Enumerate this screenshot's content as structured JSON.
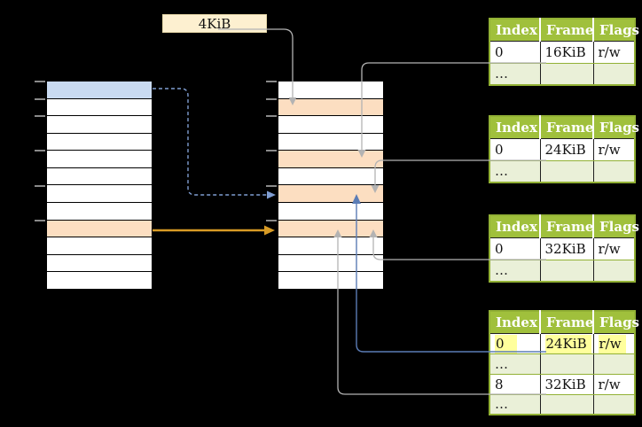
{
  "colors": {
    "background": "#000000",
    "table_header_bg": "#a0c03c",
    "table_border": "#92b135",
    "table_dots_bg": "#eaf0d8",
    "cell_divider": "#1f1f1f",
    "highlight": "#ffff9c",
    "frame_box_bg": "#fdf0d0",
    "frame_box_border": "#e6d7a8",
    "row_blue": "#c9daf1",
    "row_orange": "#fcdec1",
    "gray_line": "#b3b3b3",
    "tick": "#8a8a8a",
    "blue_solid": "#5b7cb5",
    "blue_dashed": "#7f9dd1",
    "orange_arrow": "#d89b25"
  },
  "frame_size_label": {
    "text": "4KiB"
  },
  "virtual_memory": {
    "row_count": 12,
    "special_rows": [
      {
        "index": 0,
        "color_key": "row_blue"
      },
      {
        "index": 8,
        "color_key": "row_orange"
      }
    ],
    "tick_rows": [
      0,
      1,
      2,
      4,
      6,
      8
    ]
  },
  "physical_memory": {
    "row_count": 12,
    "special_rows": [
      {
        "index": 1,
        "color_key": "row_orange"
      },
      {
        "index": 4,
        "color_key": "row_orange"
      },
      {
        "index": 6,
        "color_key": "row_orange"
      },
      {
        "index": 8,
        "color_key": "row_orange"
      }
    ],
    "tick_rows": [
      0,
      1,
      2,
      4,
      6,
      8
    ]
  },
  "page_tables": [
    {
      "headers": [
        "Index",
        "Frame",
        "Flags"
      ],
      "rows": [
        {
          "cells": [
            "0",
            "16KiB",
            "r/w"
          ],
          "dots": false,
          "highlight": false
        },
        {
          "cells": [
            "…",
            "",
            ""
          ],
          "dots": true,
          "highlight": false
        }
      ]
    },
    {
      "headers": [
        "Index",
        "Frame",
        "Flags"
      ],
      "rows": [
        {
          "cells": [
            "0",
            "24KiB",
            "r/w"
          ],
          "dots": false,
          "highlight": false
        },
        {
          "cells": [
            "…",
            "",
            ""
          ],
          "dots": true,
          "highlight": false
        }
      ]
    },
    {
      "headers": [
        "Index",
        "Frame",
        "Flags"
      ],
      "rows": [
        {
          "cells": [
            "0",
            "32KiB",
            "r/w"
          ],
          "dots": false,
          "highlight": false
        },
        {
          "cells": [
            "…",
            "",
            ""
          ],
          "dots": true,
          "highlight": false
        }
      ]
    },
    {
      "headers": [
        "Index",
        "Frame",
        "Flags"
      ],
      "rows": [
        {
          "cells": [
            "0",
            "24KiB",
            "r/w"
          ],
          "dots": false,
          "highlight": true
        },
        {
          "cells": [
            "…",
            "",
            ""
          ],
          "dots": true,
          "highlight": false
        },
        {
          "cells": [
            "8",
            "32KiB",
            "r/w"
          ],
          "dots": false,
          "highlight": false
        },
        {
          "cells": [
            "…",
            "",
            ""
          ],
          "dots": true,
          "highlight": false
        }
      ]
    }
  ]
}
